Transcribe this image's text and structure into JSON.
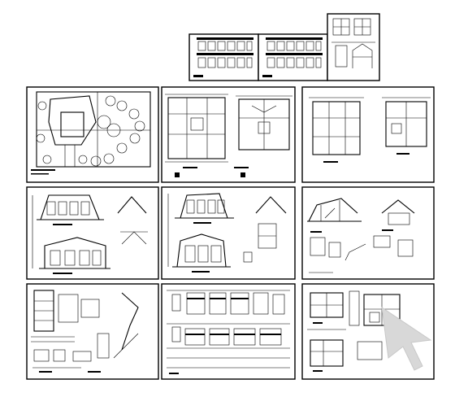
{
  "drawing_set": {
    "cover_row": [
      {
        "id": "cover-index-a",
        "kind": "drawing-index"
      },
      {
        "id": "cover-index-b",
        "kind": "drawing-index"
      },
      {
        "id": "cover-detail",
        "kind": "small-detail"
      }
    ],
    "sheets": [
      {
        "id": "site-plan",
        "kind": "site-plan"
      },
      {
        "id": "floor-plans-1",
        "kind": "floor-plan"
      },
      {
        "id": "floor-plans-2",
        "kind": "floor-plan"
      },
      {
        "id": "elevations-1",
        "kind": "elevation"
      },
      {
        "id": "elevations-2",
        "kind": "elevation"
      },
      {
        "id": "sections",
        "kind": "section"
      },
      {
        "id": "stair-details",
        "kind": "detail"
      },
      {
        "id": "door-window-schedule",
        "kind": "schedule"
      },
      {
        "id": "node-details",
        "kind": "detail"
      }
    ]
  },
  "colors": {
    "ink": "#000000",
    "paper": "#ffffff",
    "watermark": "#d8d8d8"
  },
  "watermark": {
    "icon": "arrow-cursor-icon"
  }
}
